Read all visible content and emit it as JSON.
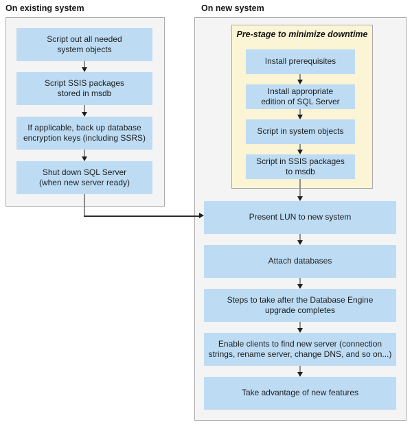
{
  "colors": {
    "step_box_blue": "#bddcf4",
    "prestage_yellow": "#fbf4d5",
    "panel_gray": "#f4f4f4",
    "panel_border": "#ababab",
    "arrow_line": "#8c8c8c",
    "arrow_head": "#1f1f1f",
    "text": "#1d1d1d"
  },
  "left_panel": {
    "title": "On existing system",
    "steps": [
      "Script out all needed\nsystem objects",
      "Script SSIS packages\nstored in msdb",
      "If applicable, back up database\nencryption keys (including SSRS)",
      "Shut down SQL Server\n(when new server ready)"
    ]
  },
  "right_panel": {
    "title": "On new system",
    "prestage": {
      "title": "Pre-stage to minimize downtime",
      "steps": [
        "Install prerequisites",
        "Install appropriate\nedition of SQL Server",
        "Script in system objects",
        "Script in SSIS packages\nto msdb"
      ]
    },
    "steps": [
      "Present LUN to new system",
      "Attach databases",
      "Steps to take after the Database Engine\nupgrade completes",
      "Enable clients to find new server (connection\nstrings, rename server, change DNS, and so on...)",
      "Take advantage of new features"
    ]
  }
}
